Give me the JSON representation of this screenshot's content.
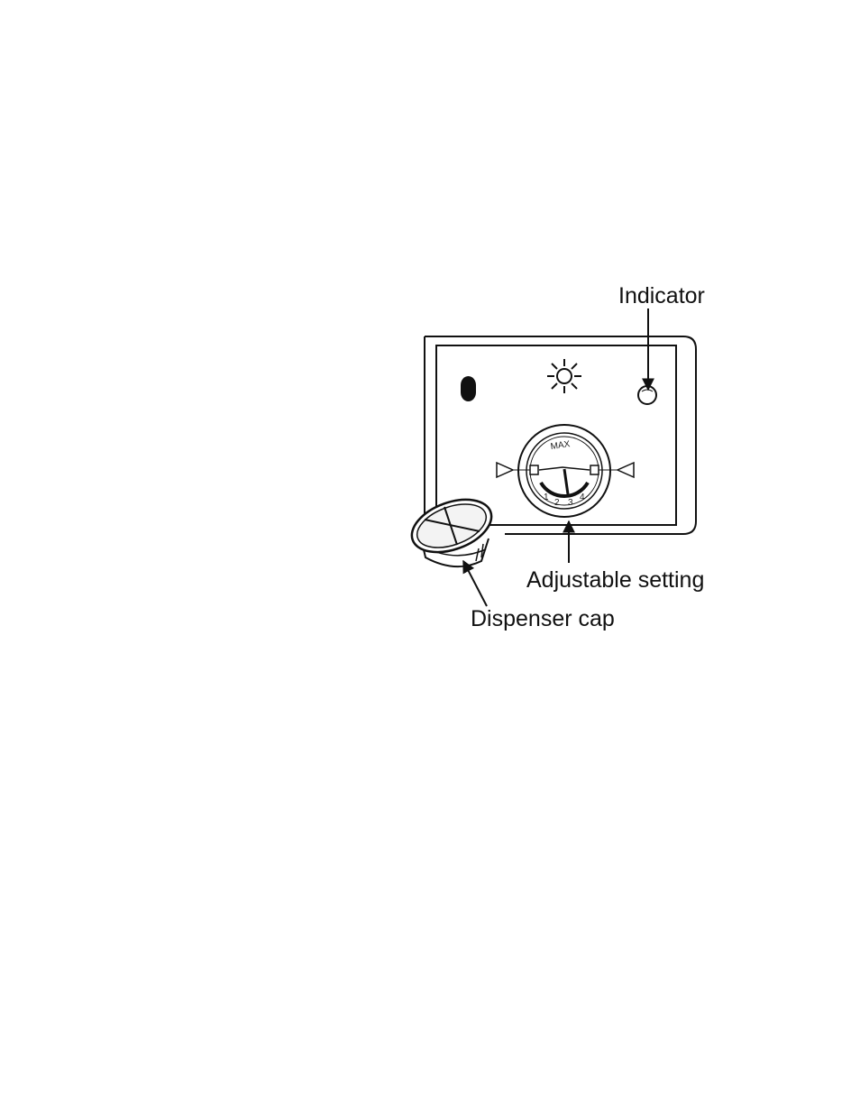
{
  "labels": {
    "indicator": "Indicator",
    "adjustable_setting": "Adjustable setting",
    "dispenser_cap": "Dispenser cap"
  },
  "dial": {
    "max_label": "MAX",
    "scale": [
      "1",
      "2",
      "3",
      "4"
    ]
  },
  "colors": {
    "line": "#111111",
    "background": "#ffffff"
  }
}
